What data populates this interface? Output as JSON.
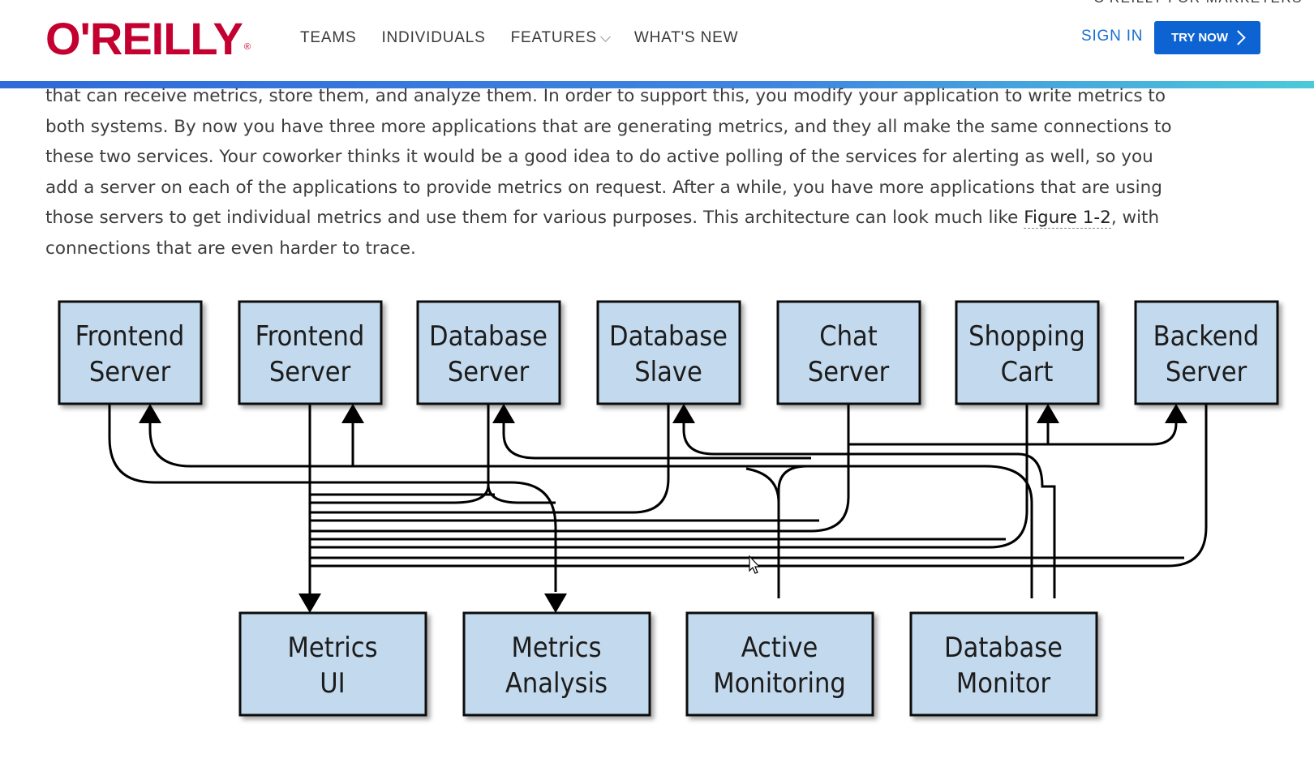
{
  "header": {
    "marketers_label": "O'REILLY FOR MARKETERS",
    "logo": "O'REILLY",
    "logo_mark": "®",
    "nav": [
      {
        "label": "TEAMS"
      },
      {
        "label": "INDIVIDUALS"
      },
      {
        "label": "FEATURES"
      },
      {
        "label": "WHAT'S NEW"
      }
    ],
    "sign_in": "SIGN IN",
    "try_now": "TRY NOW"
  },
  "content": {
    "lines": [
      "that can receive metrics, store them, and analyze them. In order to support this, you modify your application to write metrics to",
      "both systems. By now you have three more applications that are generating metrics, and they all make the same connections to",
      "these two services. Your coworker thinks it would be a good idea to do active polling of the services for alerting as well, so you",
      "add a server on each of the applications to provide metrics on request. After a while, you have more applications that are using"
    ],
    "line5_before": "those servers to get individual metrics and use them for various purposes. This architecture can look much like ",
    "figure_link": "Figure 1-2",
    "line5_after": ", with",
    "line6": "connections that are even harder to trace."
  },
  "diagram": {
    "top_boxes": [
      {
        "line1": "Frontend",
        "line2": "Server"
      },
      {
        "line1": "Frontend",
        "line2": "Server"
      },
      {
        "line1": "Database",
        "line2": "Server"
      },
      {
        "line1": "Database",
        "line2": "Slave"
      },
      {
        "line1": "Chat",
        "line2": "Server"
      },
      {
        "line1": "Shopping",
        "line2": "Cart"
      },
      {
        "line1": "Backend",
        "line2": "Server"
      }
    ],
    "bottom_boxes": [
      {
        "line1": "Metrics",
        "line2": "UI"
      },
      {
        "line1": "Metrics",
        "line2": "Analysis"
      },
      {
        "line1": "Active",
        "line2": "Monitoring"
      },
      {
        "line1": "Database",
        "line2": "Monitor"
      }
    ],
    "fill_color": "#c3d9ed"
  },
  "colors": {
    "brand": "#c3002f",
    "accent": "#0d63d1",
    "link": "#1a6fcf"
  }
}
